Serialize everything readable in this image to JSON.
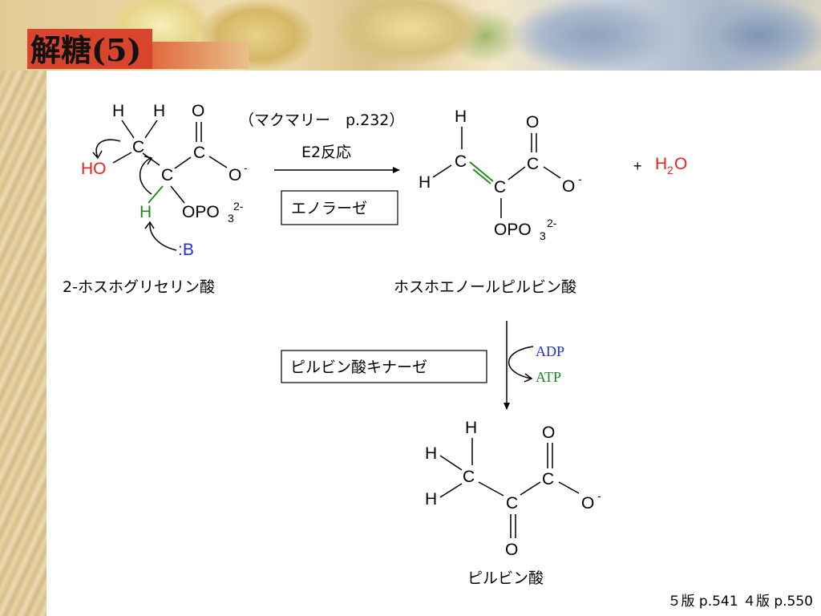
{
  "title": "解糖(5)",
  "colors": {
    "red": "#e8231e",
    "green": "#1a8a1a",
    "blue": "#1e2ed8",
    "black": "#000000"
  },
  "reference_macmurry": "（マクマリー　p.232）",
  "mechanism_label": "E2反応",
  "enzyme1": "エノラーゼ",
  "enzyme2": "ピルビン酸キナーゼ",
  "adp": "ADP",
  "atp": "ATP",
  "plus": "+",
  "water": {
    "H": "H",
    "sub": "2",
    "O": "O"
  },
  "compounds": {
    "pg2": {
      "name": "2-ホスホグリセリン酸",
      "atoms": {
        "H": "H",
        "C": "C",
        "O": "O",
        "HO": "HO",
        "Ominus": "O",
        "minus": "-",
        "OPO": "OPO",
        "sub3": "3",
        "charge2": "2-",
        "base": ":B"
      }
    },
    "pep": {
      "name": "ホスホエノールピルビン酸",
      "atoms": {
        "H": "H",
        "C": "C",
        "O": "O",
        "minus": "-",
        "OPO": "OPO",
        "sub3": "3",
        "charge2": "2-"
      }
    },
    "pyruvate": {
      "name": "ピルビン酸",
      "atoms": {
        "H": "H",
        "C": "C",
        "O": "O",
        "minus": "-"
      }
    }
  },
  "footer_refs": "５版 p.541  ４版 p.550"
}
